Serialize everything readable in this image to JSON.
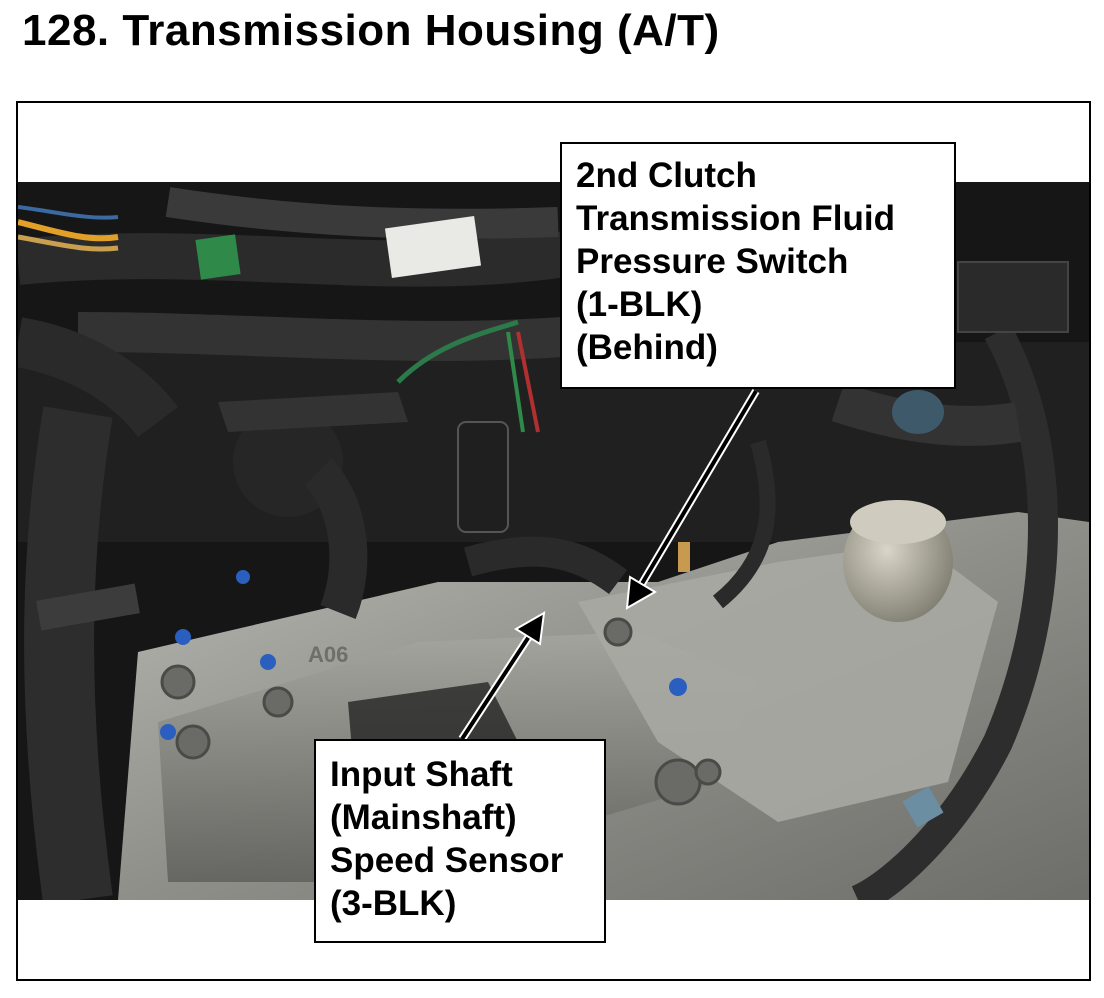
{
  "title": "128.  Transmission Housing (A/T)",
  "photo": {
    "alt_text": "",
    "embossed_text": "A06"
  },
  "callouts": {
    "clutch_switch": {
      "lines": [
        "2nd Clutch",
        "Transmission Fluid",
        "Pressure Switch",
        "(1-BLK)",
        "(Behind)"
      ]
    },
    "input_shaft_sensor": {
      "lines": [
        "Input Shaft",
        "(Mainshaft)",
        "Speed Sensor",
        "(3-BLK)"
      ]
    }
  },
  "colors": {
    "text": "#000000",
    "frame_border": "#000000",
    "callout_background": "#ffffff",
    "arrow": "#000000",
    "arrow_outline": "#ffffff"
  }
}
